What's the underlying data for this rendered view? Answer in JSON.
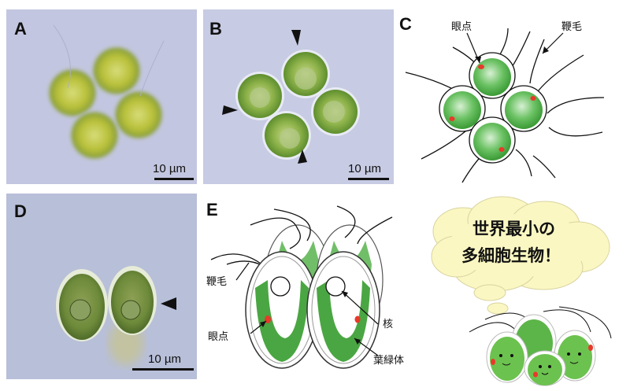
{
  "panels": {
    "a": {
      "label": "A",
      "scale_bar": "10 µm"
    },
    "b": {
      "label": "B",
      "scale_bar": "10 µm"
    },
    "c": {
      "label": "C",
      "eyespot": "眼点",
      "flagellum": "鞭毛"
    },
    "d": {
      "label": "D",
      "scale_bar": "10 µm"
    },
    "e": {
      "label": "E",
      "flagellum": "鞭毛",
      "eyespot": "眼点",
      "nucleus": "核",
      "chloroplast": "葉緑体"
    }
  },
  "bubble": {
    "line1": "世界最小の",
    "line2": "多細胞生物！"
  },
  "colors": {
    "cell_green": "#43a63c",
    "eyespot_red": "#e8392a",
    "bubble": "#fbf7c2",
    "photo_bg": "#b6bbd6"
  }
}
